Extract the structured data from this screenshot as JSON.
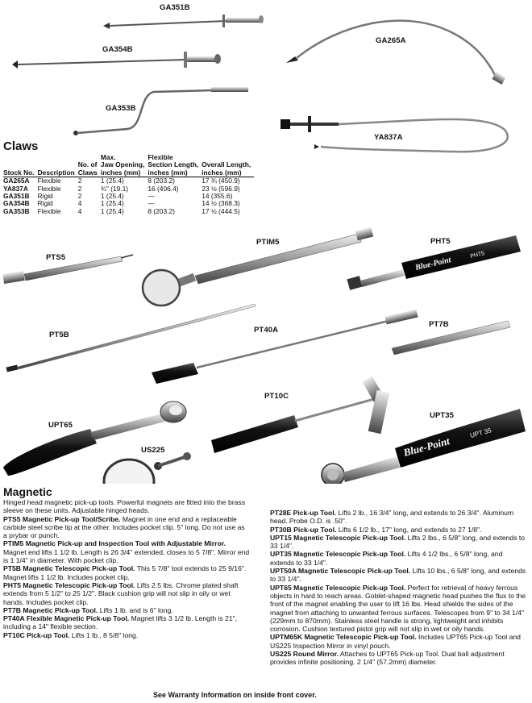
{
  "tool_labels": {
    "ga351b": "GA351B",
    "ga354b": "GA354B",
    "ga353b": "GA353B",
    "ga265a": "GA265A",
    "ya837a": "YA837A",
    "pts5": "PTS5",
    "ptim5": "PTIM5",
    "pht5": "PHT5",
    "pt5b": "PT5B",
    "pt40a": "PT40A",
    "pt7b": "PT7B",
    "pt10c": "PT10C",
    "upt65": "UPT65",
    "us225": "US225",
    "upt35": "UPT35"
  },
  "tool_handle_text": {
    "pht5_brand": "Blue-Point",
    "pht5_model": "PHT5",
    "upt35_brand": "Blue-Point",
    "upt35_model": "UPT 35"
  },
  "claws": {
    "title": "Claws",
    "headers": [
      "Stock No.",
      "Description",
      "No. of\nClaws",
      "Max.\nJaw Opening,\ninches (mm)",
      "Flexible\nSection Length,\ninches (mm)",
      "Overall Length,\ninches (mm)"
    ],
    "rows": [
      [
        "GA265A",
        "Flexible",
        "2",
        "1 (25.4)",
        "8 (203.2)",
        "17 ¾ (450.9)"
      ],
      [
        "YA837A",
        "Flexible",
        "2",
        "¾\" (19.1)",
        "16 (406.4)",
        "23 ½ (596.9)"
      ],
      [
        "GA351B",
        "Rigid",
        "2",
        "1 (25.4)",
        "—",
        "14 (355.6)"
      ],
      [
        "GA354B",
        "Rigid",
        "4",
        "1 (25.4)",
        "—",
        "14 ½ (368.3)"
      ],
      [
        "GA353B",
        "Flexible",
        "4",
        "1 (25.4)",
        "8 (203.2)",
        "17 ½ (444.5)"
      ]
    ]
  },
  "magnetic": {
    "title": "Magnetic",
    "intro": "Hinged head magnetic pick-up tools. Powerful magnets are fitted into the brass sleeve on these units. Adjustable hinged heads.",
    "left": [
      {
        "name": "PTS5 Magnetic Pick-up Tool/Scribe.",
        "desc": "Magnet in one end and a replaceable carbide steel scribe tip at the other. Includes pocket clip. 5\" long. Do not use as a prybar or punch."
      },
      {
        "name": "PTIM5 Magnetic Pick-up and Inspection Tool with Adjustable Mirror.",
        "desc": "Magnet end lifts 1 1/2 lb. Length is 26 3/4\" extended, closes to 5 7/8\". Mirror end is 1 1/4\" in diameter. With pocket clip."
      },
      {
        "name": "PT5B Magnetic Telescopic Pick-up Tool.",
        "desc": "This 5 7/8\" tool extends to 25 9/16\". Magnet lifts 1 1/2 lb. Includes pocket clip."
      },
      {
        "name": "PHT5 Magnetic Telescopic Pick-up Tool.",
        "desc": "Lifts 2.5 lbs. Chrome plated shaft extends from 5 1/2\" to 25 1/2\". Black cushion grip will not slip in oily or wet hands. Includes pocket clip."
      },
      {
        "name": "PT7B Magnetic Pick-up Tool.",
        "desc": "Lifts 1 lb. and is 6\" long."
      },
      {
        "name": "PT40A Flexible Magnetic Pick-up Tool.",
        "desc": "Magnet lifts 3 1/2 lb. Length is 21\", including a 14\" flexible section."
      },
      {
        "name": "PT10C Pick-up Tool.",
        "desc": "Lifts 1 lb., 8 5/8\" long."
      }
    ],
    "right": [
      {
        "name": "PT28E Pick-up Tool.",
        "desc": "Lifts 2 lb., 16 3/4\" long, and extends to 26 3/4\". Aluminum head. Probe O.D. is .50\"."
      },
      {
        "name": "PT30B Pick-up Tool.",
        "desc": "Lifts 6 1/2 lb., 17\" long, and extends to 27 1/8\"."
      },
      {
        "name": "UPT15 Magnetic Telescopic Pick-up Tool.",
        "desc": "Lifts 2 lbs., 6 5/8\" long, and extends to 33 1/4\"."
      },
      {
        "name": "UPT35 Magnetic Telescopic Pick-up Tool.",
        "desc": "Lifts 4 1/2 lbs., 6 5/8\" long, and extends to 33 1/4\"."
      },
      {
        "name": "UPT50A Magnetic Telescopic Pick-up Tool.",
        "desc": "Lifts 10 lbs., 6 5/8\" long, and extends to 33 1/4\"."
      },
      {
        "name": "UPT65 Magnetic Telescopic Pick-up Tool.",
        "desc": "Perfect for retrieval of heavy ferrous objects in hard to reach areas. Goblet-shaped magnetic head pushes the flux to the front of the magnet enabling the user to lift 16 lbs. Head shields the sides of the magnet from attaching to unwanted ferrous surfaces. Telescopes from 9\" to 34 1/4\" (229mm to 870mm). Stainless steel handle is strong, lightweight and inhibits corrosion. Cushion textured pistol grip will not slip in wet or oily hands."
      },
      {
        "name": "UPTM65K Magnetic Telescopic Pick-up Tool.",
        "desc": "Includes UPT65 Pick-up Tool and US225 Inspection Mirror in vinyl pouch."
      },
      {
        "name": "US225 Round Mirror.",
        "desc": "Attaches to UPT65 Pick-up Tool. Dual ball adjustment provides infinite positioning. 2 1/4\" (57.2mm) diameter."
      }
    ]
  },
  "footer": "See Warranty Information on inside front cover."
}
